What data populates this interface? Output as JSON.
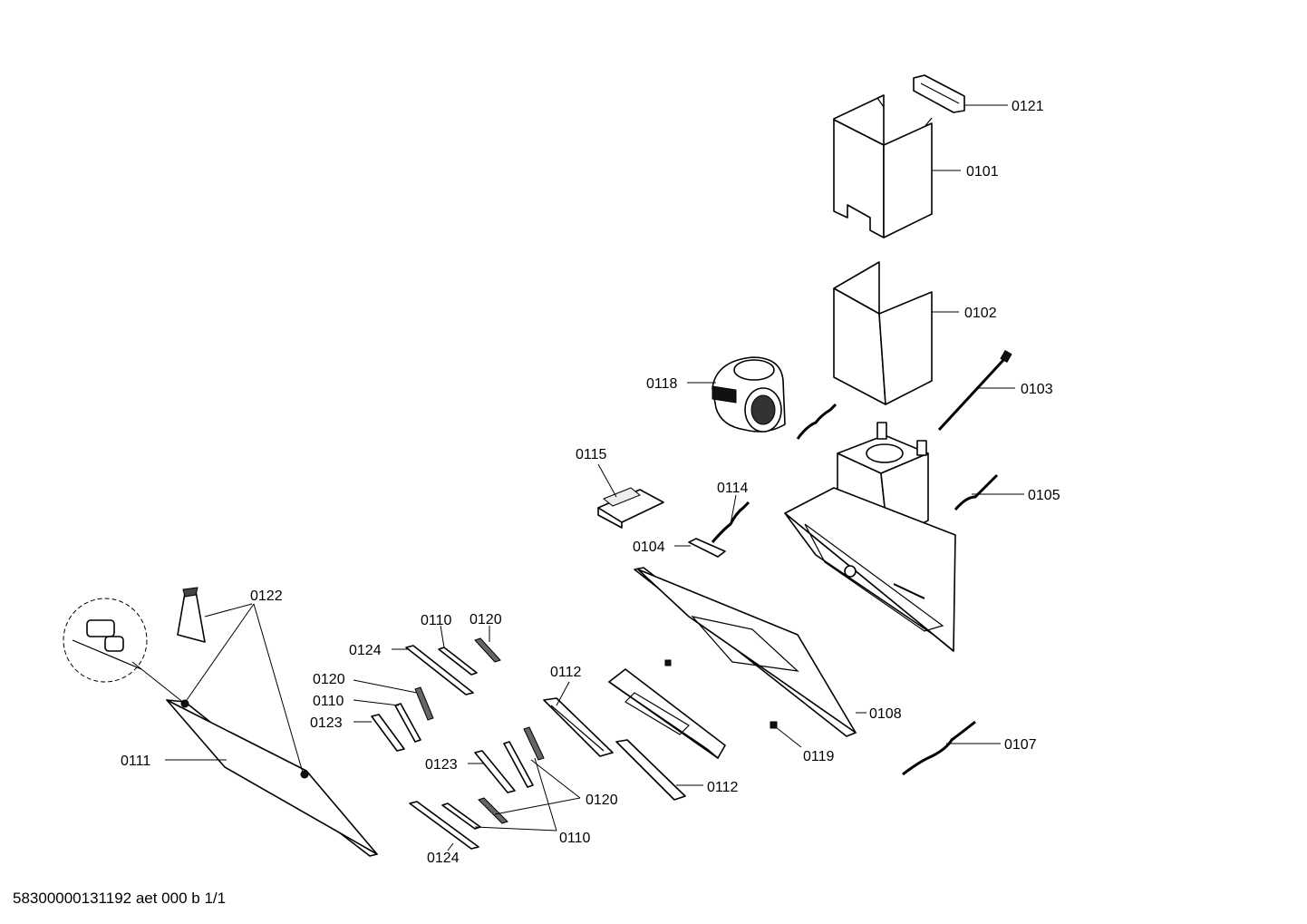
{
  "footer_text": "58300000131192 aet 000 b 1/1",
  "callouts": [
    "0121",
    "0101",
    "0102",
    "0103",
    "0118",
    "0115",
    "0114",
    "0105",
    "0104",
    "0122",
    "0110",
    "0120",
    "0124",
    "0120",
    "0110",
    "0123",
    "0112",
    "0108",
    "0111",
    "0123",
    "0120",
    "0112",
    "0119",
    "0107",
    "0110",
    "0124"
  ]
}
